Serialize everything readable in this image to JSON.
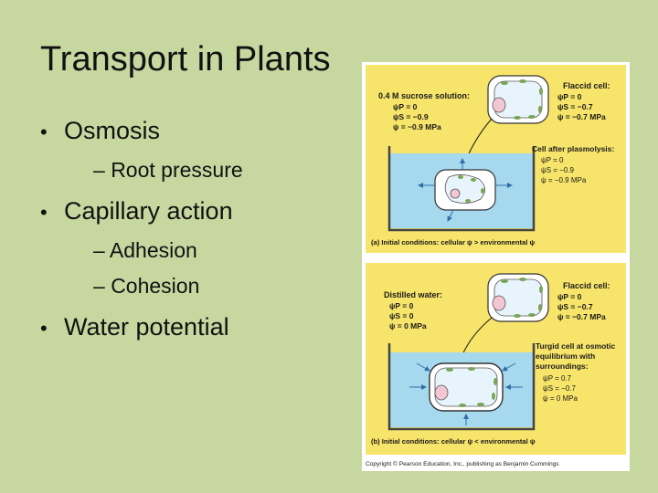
{
  "slide": {
    "title": "Transport in Plants",
    "bullets": [
      {
        "text": "Osmosis",
        "sub": [
          "Root pressure"
        ]
      },
      {
        "text": "Capillary action",
        "sub": [
          "Adhesion",
          "Cohesion"
        ]
      },
      {
        "text": "Water potential",
        "sub": []
      }
    ],
    "bullet_glyph": "•",
    "dash": "–"
  },
  "figure": {
    "panel_a": {
      "solution_title": "0.4 M sucrose solution:",
      "solution_lines": [
        "ψP = 0",
        "ψS = −0.9",
        "ψ = −0.9 MPa"
      ],
      "flaccid_title": "Flaccid cell:",
      "flaccid_lines": [
        "ψP = 0",
        "ψS = −0.7",
        "ψ = −0.7 MPa"
      ],
      "after_title": "Cell after plasmolysis:",
      "after_lines": [
        "ψP = 0",
        "ψS = −0.9",
        "ψ = −0.9 MPa"
      ],
      "caption": "(a) Initial conditions: cellular ψ > environmental ψ"
    },
    "panel_b": {
      "solution_title": "Distilled water:",
      "solution_lines": [
        "ψP = 0",
        "ψS = 0",
        "ψ = 0 MPa"
      ],
      "flaccid_title": "Flaccid cell:",
      "flaccid_lines": [
        "ψP = 0",
        "ψS = −0.7",
        "ψ = −0.7 MPa"
      ],
      "turgid_title_lines": [
        "Turgid cell at osmotic",
        "equilibrium with",
        "surroundings:"
      ],
      "turgid_lines": [
        "ψP = 0.7",
        "ψS = −0.7",
        "ψ = 0 MPa"
      ],
      "caption": "(b) Initial conditions: cellular ψ < environmental ψ"
    },
    "copyright": "Copyright © Pearson Education, Inc., publishing as Benjamin Cummings",
    "colors": {
      "panel_bg": "#f7e46a",
      "water": "#a6d8ee",
      "cell_fill": "#ffffff",
      "vacuole": "#e8f4fb",
      "chloroplast": "#7aa45a",
      "nucleus": "#f3c6d3"
    }
  }
}
